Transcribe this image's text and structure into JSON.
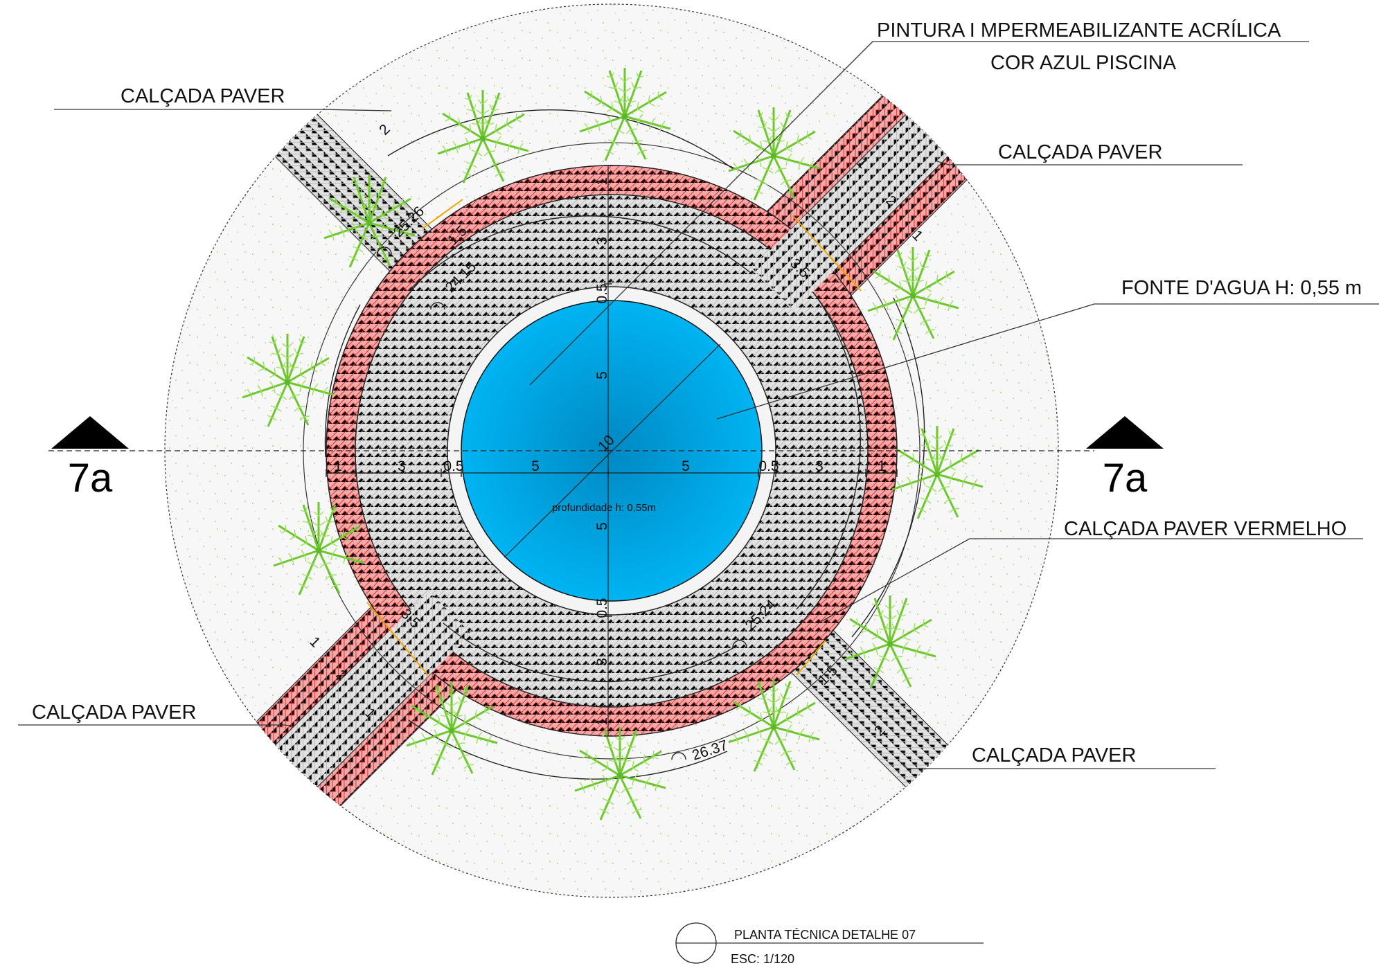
{
  "callouts": {
    "paver_top_left": "CALÇADA PAVER",
    "paver_top_right": "CALÇADA PAVER",
    "paver_bottom_left": "CALÇADA PAVER",
    "paver_bottom_right": "CALÇADA PAVER",
    "paint_line1": "PINTURA I MPERMEABILIZANTE ACRÍLICA",
    "paint_line2": "COR AZUL PISCINA",
    "fountain": "FONTE D'AGUA H: 0,55 m",
    "paver_red": "CALÇADA PAVER VERMELHO"
  },
  "section_marks": {
    "left": "7a",
    "right": "7a"
  },
  "pool": {
    "depth_label": "profundidade h: 0,55m",
    "diameter_label": "10"
  },
  "dimensions": {
    "horizontal": [
      "1",
      "3",
      "0.5",
      "5",
      "5",
      "0.5",
      "3",
      "1"
    ],
    "vertical": [
      "1",
      "3",
      "0.5",
      "5",
      "5",
      "0.5",
      "3",
      "1"
    ],
    "path_widths": [
      "2",
      "2",
      "2",
      "2"
    ],
    "path_borders": [
      "1",
      "1",
      "1",
      "1"
    ],
    "ramp_widths": [
      "1.5",
      "1.5",
      "3.5",
      "3.5"
    ],
    "arcs": [
      "25.26",
      "24.15",
      "25.24",
      "26.37"
    ]
  },
  "title_block": {
    "title": "PLANTA TÉCNICA DETALHE 07",
    "scale": "ESC: 1/120"
  },
  "colors": {
    "water": "#00aeef",
    "water_dark": "#0089c4",
    "red_paver": "#f4a6a6",
    "grey_paver": "#dedede",
    "ground": "#f6f6f6",
    "palm": "#7bd63a"
  }
}
